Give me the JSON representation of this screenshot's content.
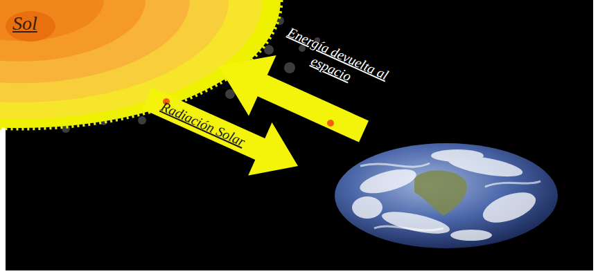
{
  "diagram": {
    "nodes": [
      {
        "text": [
          "Sol"
        ]
      }
    ],
    "labels": [
      "Radiación Solar",
      "Energía devuelta al espacio"
    ]
  }
}
